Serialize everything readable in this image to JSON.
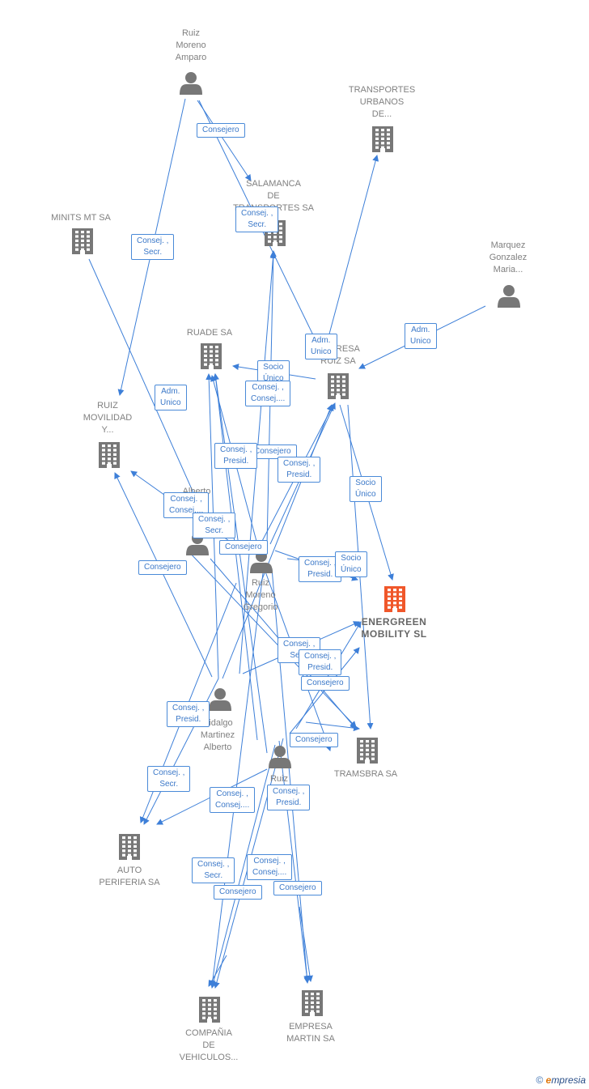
{
  "colors": {
    "edge": "#3d7fd8",
    "node": "#777777",
    "focus": "#f0572a"
  },
  "nodes": [
    {
      "id": "ruiz_amparo",
      "label": "Ruiz\nMoreno\nAmparo",
      "kind": "person"
    },
    {
      "id": "transportes_urbanos",
      "label": "TRANSPORTES\nURBANOS\nDE...",
      "kind": "company"
    },
    {
      "id": "salamanca",
      "label": "SALAMANCA\nDE\nTRANSPORTES SA",
      "kind": "company"
    },
    {
      "id": "minits",
      "label": "MINITS MT SA",
      "kind": "company"
    },
    {
      "id": "marquez",
      "label": "Marquez\nGonzalez\nMaria...",
      "kind": "person"
    },
    {
      "id": "ruade",
      "label": "RUADE SA",
      "kind": "company"
    },
    {
      "id": "empresa_ruiz",
      "label": "EMPRESA\nRUIZ SA",
      "kind": "company"
    },
    {
      "id": "ruiz_movilidad",
      "label": "RUIZ\nMOVILIDAD\nY...",
      "kind": "company"
    },
    {
      "id": "alberto",
      "label": "Alberto",
      "kind": "person"
    },
    {
      "id": "ruiz_gregorio",
      "label": "Ruiz\nMoreno\nGregorio",
      "kind": "person"
    },
    {
      "id": "energreen",
      "label": "ENERGREEN\nMOBILITY  SL",
      "kind": "focus"
    },
    {
      "id": "hidalgo",
      "label": "Hidalgo\nMartinez\nAlberto",
      "kind": "person"
    },
    {
      "id": "tramsbra",
      "label": "TRAMSBRA SA",
      "kind": "company"
    },
    {
      "id": "ruiz_m",
      "label": "Ruiz\nM...",
      "kind": "person"
    },
    {
      "id": "auto_periferia",
      "label": "AUTO\nPERIFERIA SA",
      "kind": "company"
    },
    {
      "id": "compania",
      "label": "COMPAÑIA\nDE\nVEHICULOS...",
      "kind": "company"
    },
    {
      "id": "empresa_martin",
      "label": "EMPRESA\nMARTIN SA",
      "kind": "company"
    }
  ],
  "edge_labels": [
    "Consejero",
    "Consej. ,\nSecr.",
    "Consej. ,\nSecr.",
    "Adm.\nUnico",
    "Adm.\nUnico",
    "Socio\nÚnico",
    "Consej. ,\nConsej....",
    "Adm.\nUnico",
    "Consejero",
    "Consej. ,\nPresid.",
    "Consej. ,\nPresid.",
    "Socio\nÚnico",
    "Consej. ,\nConsej....",
    "Consej. ,\nSecr.",
    "Consejero",
    "Consejero",
    "Consej. ,\nPresid.",
    "Socio\nÚnico",
    "Consej. ,\nSecr.",
    "Consej. ,\nPresid.",
    "Consejero",
    "Consej. ,\nPresid.",
    "Consejero",
    "Consej. ,\nSecr.",
    "Consej. ,\nConsej....",
    "Consej. ,\nPresid.",
    "Consej. ,\nSecr.",
    "Consej. ,\nConsej....",
    "Consejero",
    "Consejero"
  ],
  "footer": {
    "copyright": "©",
    "brand_initial": "e",
    "brand_rest": "mpresia"
  }
}
